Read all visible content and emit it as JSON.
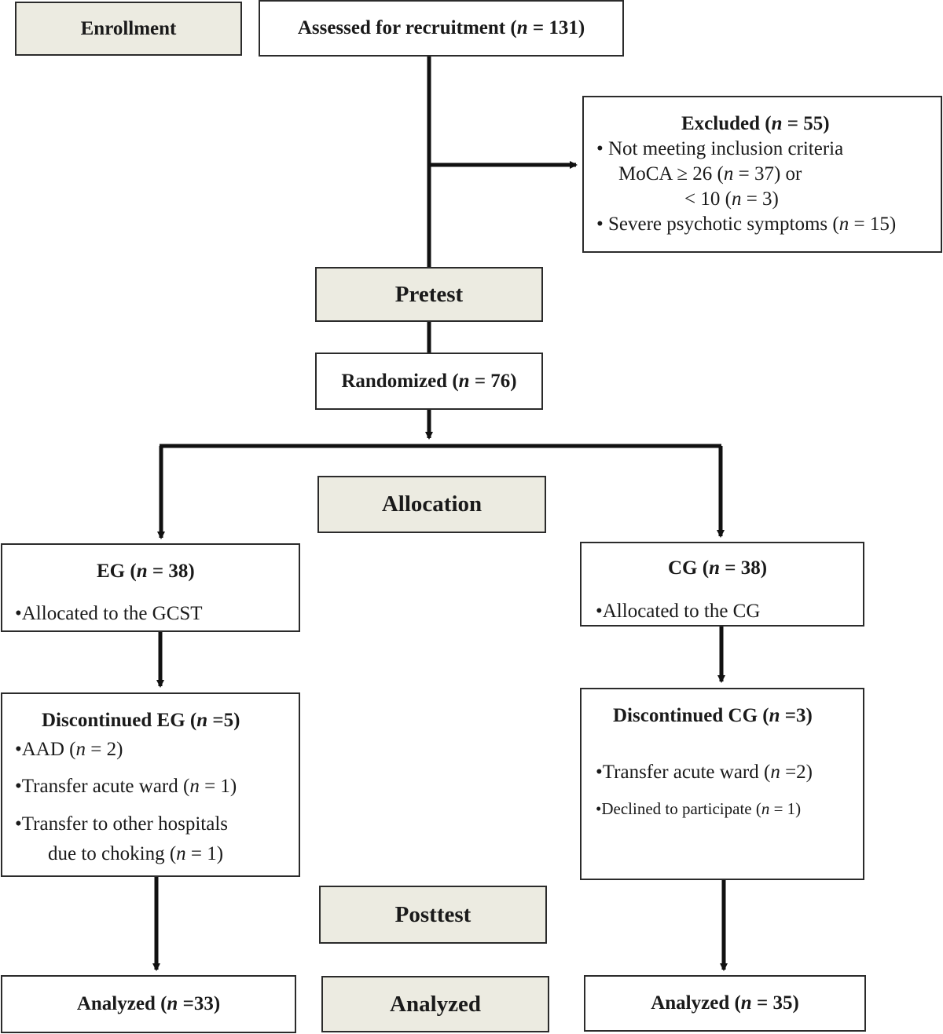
{
  "stages": {
    "enrollment": "Enrollment",
    "pretest": "Pretest",
    "allocation": "Allocation",
    "posttest": "Posttest",
    "analyzed": "Analyzed"
  },
  "assessed": {
    "prefix": "Assessed for recruitment (",
    "n": "n",
    "suffix": " = 131)"
  },
  "excluded": {
    "title_prefix": "Excluded (",
    "n": "n",
    "title_suffix": " = 55)",
    "item1": "• Not meeting inclusion criteria",
    "item1b_prefix": "MoCA ≥ 26 (",
    "item1b_suffix": " = 37) or",
    "item1c_prefix": "< 10 (",
    "item1c_suffix": " = 3)",
    "item2_prefix": "• Severe psychotic symptoms (",
    "item2_suffix": " = 15)"
  },
  "randomized": {
    "prefix": "Randomized (",
    "n": "n",
    "suffix": " = 76)"
  },
  "eg": {
    "title_prefix": "EG (",
    "n": "n",
    "title_suffix": " = 38)",
    "item": "•Allocated to the GCST"
  },
  "cg": {
    "title_prefix": "CG (",
    "n": "n",
    "title_suffix": " = 38)",
    "item": "•Allocated to the CG"
  },
  "disc_eg": {
    "title_prefix": "Discontinued EG (",
    "n": "n",
    "title_suffix": " =5)",
    "item1_prefix": "•AAD (",
    "item1_suffix": " = 2)",
    "item2_prefix": "•Transfer acute ward (",
    "item2_suffix": " = 1)",
    "item3": "•Transfer to other hospitals",
    "item3b_prefix": "due to choking (",
    "item3b_suffix": " = 1)"
  },
  "disc_cg": {
    "title_prefix": "Discontinued CG (",
    "n": "n",
    "title_suffix": " =3)",
    "item1_prefix": "•Transfer acute ward (",
    "item1_suffix": " =2)",
    "item2_prefix": "•Declined to participate (",
    "item2_suffix": " = 1)"
  },
  "analyzed_eg": {
    "prefix": "Analyzed (",
    "n": "n",
    "suffix": " =33)"
  },
  "analyzed_cg": {
    "prefix": "Analyzed (",
    "n": "n",
    "suffix": " = 35)"
  },
  "colors": {
    "stage_fill": "#ecebe1",
    "border": "#2b2b2b",
    "line": "#111111"
  }
}
